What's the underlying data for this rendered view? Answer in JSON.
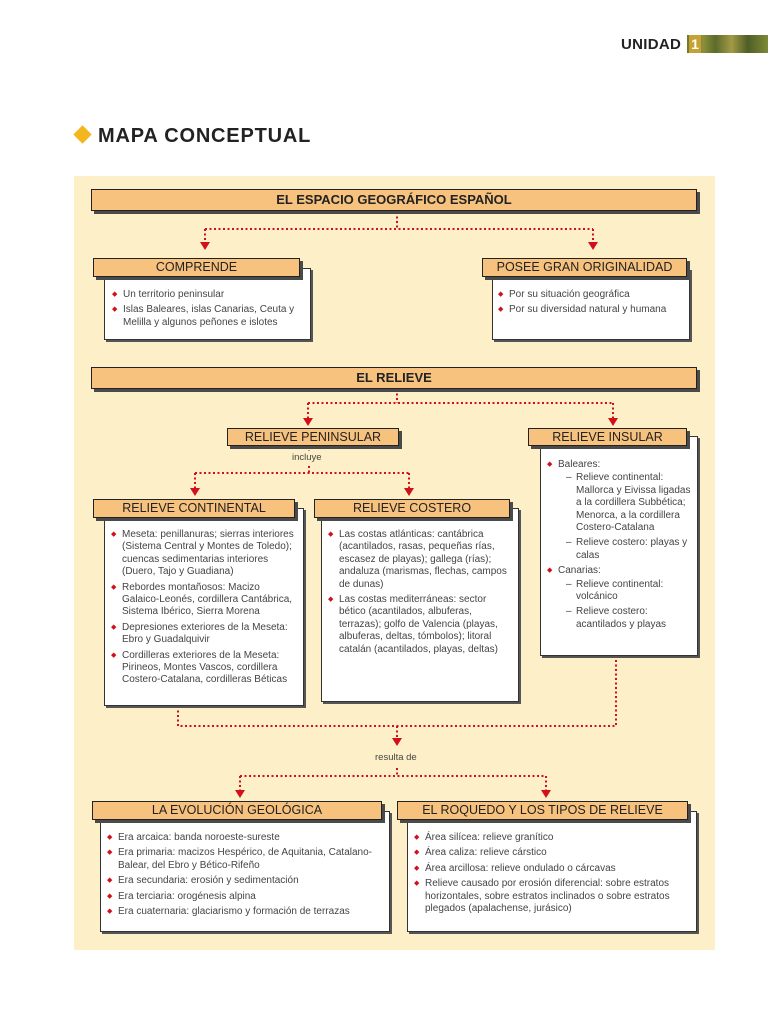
{
  "header": {
    "unit_label": "UNIDAD",
    "unit_number": "1"
  },
  "page_title": "MAPA CONCEPTUAL",
  "colors": {
    "panel_bg": "#fdf0c8",
    "bar_bg": "#f6c27e",
    "connector": "#d0101a",
    "bullet": "#d0101a",
    "title_diamond": "#f4b61d"
  },
  "nodes": {
    "root": "EL ESPACIO GEOGRÁFICO ESPAÑOL",
    "comprende": {
      "title": "COMPRENDE",
      "items": [
        "Un territorio peninsular",
        "Islas Baleares, islas Canarias, Ceuta y Melilla y algunos peñones e islotes"
      ]
    },
    "originalidad": {
      "title": "POSEE GRAN ORIGINALIDAD",
      "items": [
        "Por su situación geográfica",
        "Por su diversidad natural y humana"
      ]
    },
    "relieve": "EL RELIEVE",
    "peninsular": {
      "title": "RELIEVE PENINSULAR",
      "link": "incluye"
    },
    "insular": {
      "title": "RELIEVE INSULAR",
      "baleares": "Baleares:",
      "baleares_sub": [
        "Relieve continental: Mallorca y Eivissa ligadas a la cordillera Subbética; Menorca, a la cordillera Costero-Catalana",
        "Relieve costero: playas y calas"
      ],
      "canarias": "Canarias:",
      "canarias_sub": [
        "Relieve continental: volcánico",
        "Relieve costero: acantilados y playas"
      ]
    },
    "continental": {
      "title": "RELIEVE CONTINENTAL",
      "items": [
        "Meseta: penillanuras; sierras interiores (Sistema Central y Montes de Toledo); cuencas sedimentarias interiores (Duero, Tajo y Guadiana)",
        "Rebordes montañosos: Macizo Galaico-Leonés, cordillera Cantábrica, Sistema Ibérico, Sierra Morena",
        "Depresiones exteriores de la Meseta: Ebro y Guadalquivir",
        "Cordilleras exteriores de la Meseta: Pirineos, Montes Vascos, cordillera Costero-Catalana, cordilleras Béticas"
      ]
    },
    "costero": {
      "title": "RELIEVE COSTERO",
      "items": [
        "Las costas atlánticas: cantábrica (acantilados, rasas, pequeñas rías, escasez de playas); gallega (rías); andaluza (marismas, flechas, campos de dunas)",
        "Las costas mediterráneas: sector bético (acantilados, albuferas, terrazas); golfo de Valencia (playas, albuferas, deltas, tómbolos); litoral catalán (acantilados, playas, deltas)"
      ]
    },
    "result_link": "resulta de",
    "evolucion": {
      "title": "LA EVOLUCIÓN GEOLÓGICA",
      "items": [
        "Era arcaica: banda noroeste-sureste",
        "Era primaria: macizos Hespérico, de Aquitania, Catalano-Balear, del Ebro y Bético-Rifeño",
        "Era secundaria: erosión y sedimentación",
        "Era terciaria: orogénesis alpina",
        "Era cuaternaria: glaciarismo y formación de terrazas"
      ]
    },
    "roquedo": {
      "title": "EL ROQUEDO Y LOS TIPOS DE RELIEVE",
      "items": [
        "Área silícea: relieve granítico",
        "Área caliza: relieve cárstico",
        "Área arcillosa: relieve ondulado o cárcavas",
        "Relieve causado por erosión diferencial: sobre estratos horizontales, sobre estratos inclinados o sobre estratos plegados (apalachense, jurásico)"
      ]
    }
  }
}
